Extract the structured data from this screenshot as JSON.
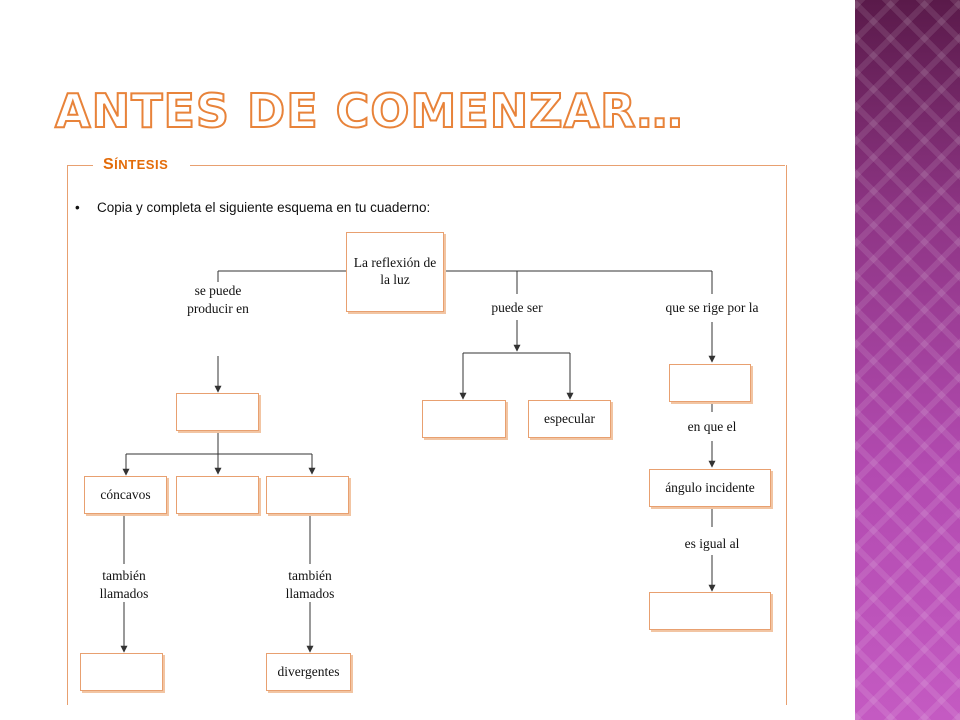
{
  "slide": {
    "title": "Antes de comenzar…"
  },
  "panel": {
    "section_label_first": "S",
    "section_label_rest": "íntesis",
    "bullet": "•",
    "instruction": "Copia y completa el siguiente esquema en tu cuaderno:"
  },
  "concept_map": {
    "root": "La reflexión de la luz",
    "branch_labels": {
      "left": "se puede producir en",
      "middle": "puede ser",
      "right": "que se rige por la",
      "right_2": "en que el",
      "right_3": "es igual al",
      "tambien_1": "también llamados",
      "tambien_2": "también llamados"
    },
    "boxes": {
      "left_top": "",
      "concavos": "cóncavos",
      "mid_box": "",
      "right_box": "",
      "bottom_left": "",
      "divergentes": "divergentes",
      "mid_left": "",
      "especular": "especular",
      "law_box": "",
      "angulo_incidente": "ángulo incidente",
      "final_box": ""
    }
  }
}
